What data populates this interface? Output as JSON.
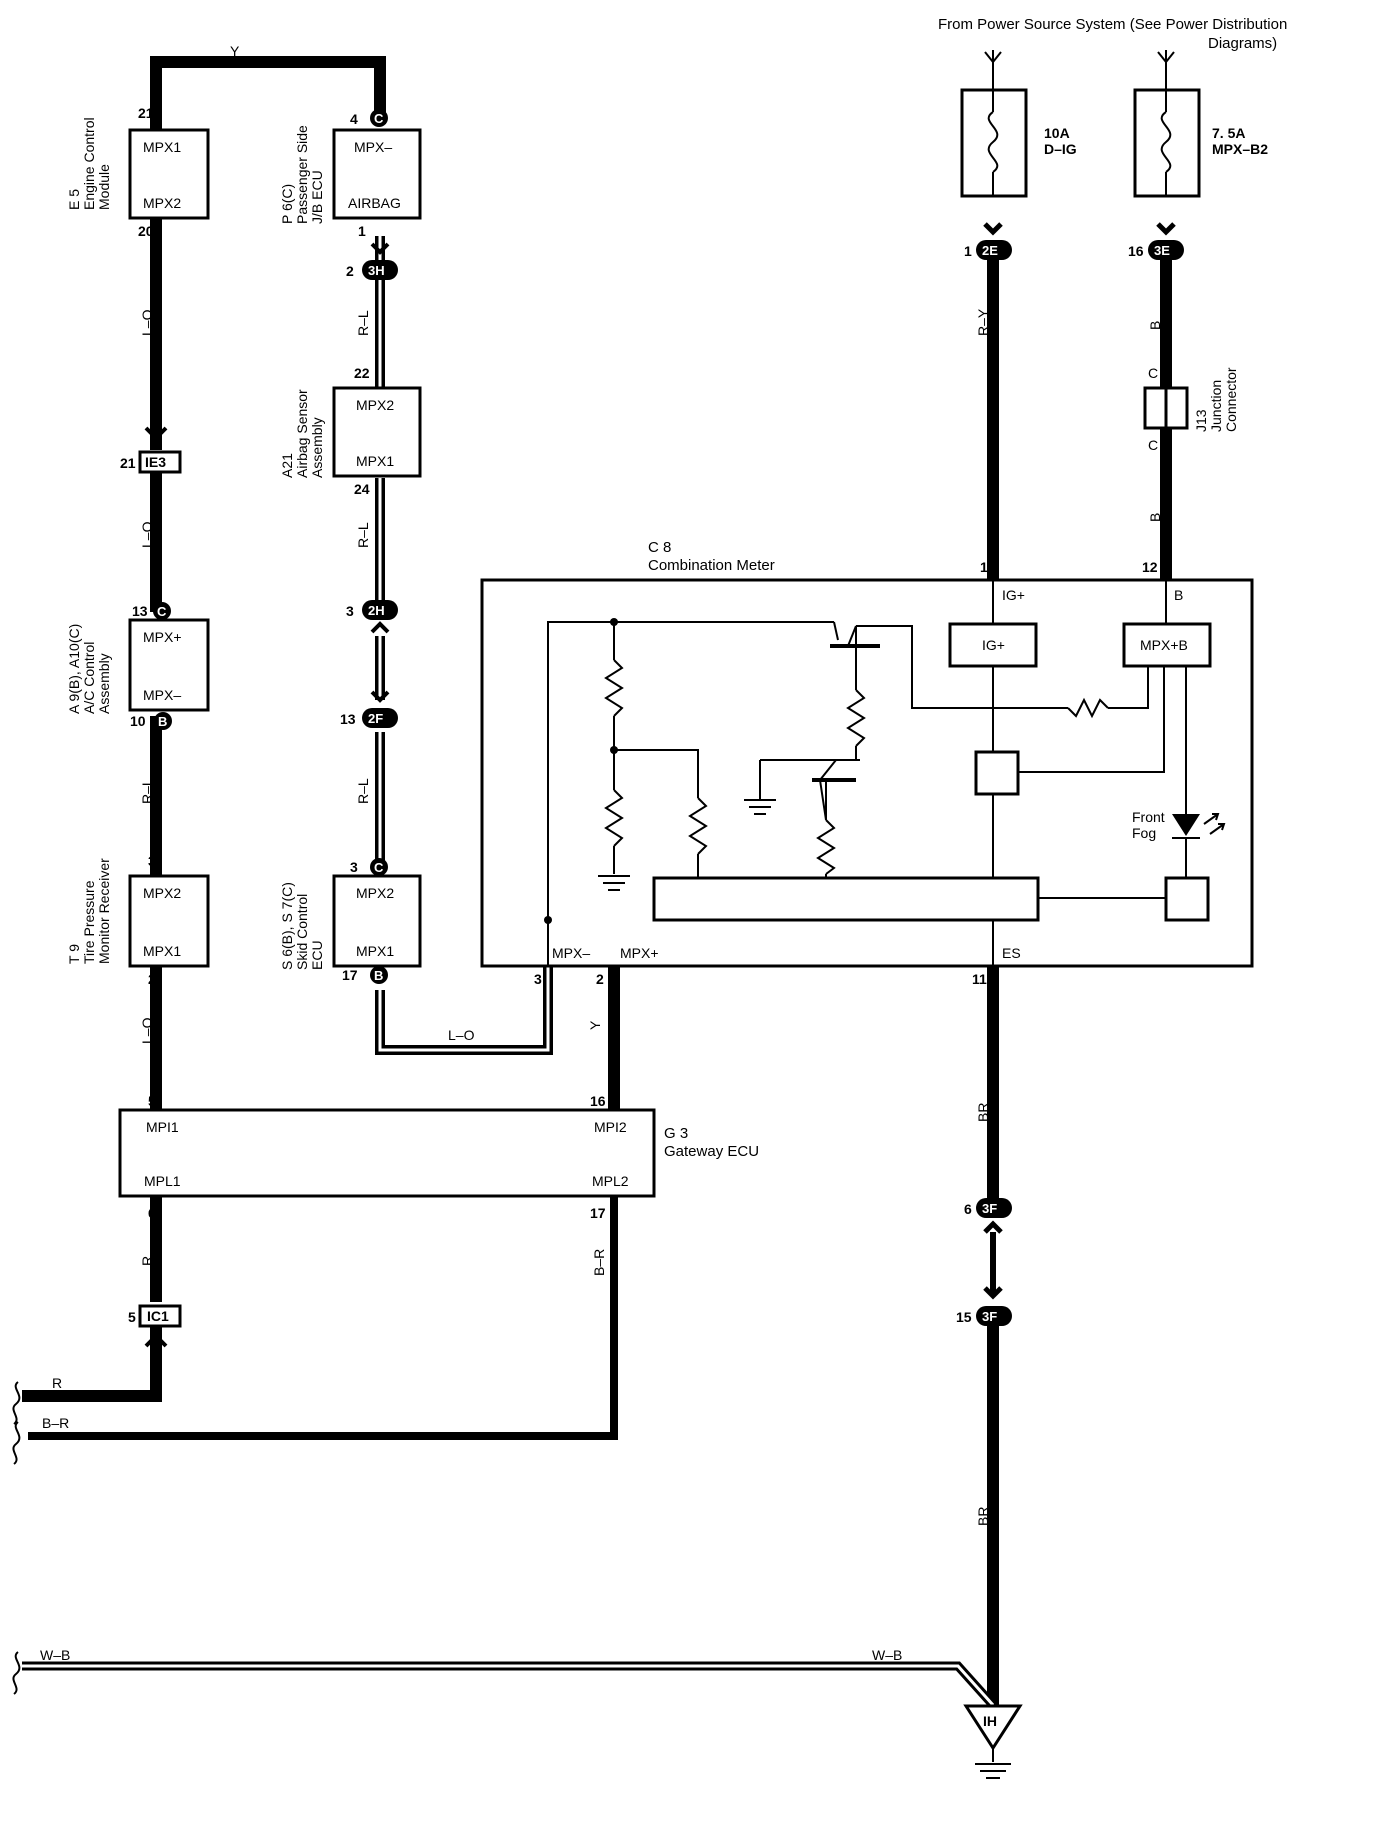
{
  "header": {
    "source_line1": "From Power Source System (See  Power Distribution",
    "source_line2": "Diagrams)"
  },
  "fuses": [
    {
      "rating": "10A",
      "name": "D–IG"
    },
    {
      "rating": "7. 5A",
      "name": "MPX–B2"
    }
  ],
  "components": {
    "engine": {
      "code": "E 5",
      "name1": "Engine Control",
      "name2": "Module",
      "pin_top": "MPX1",
      "pin_bot": "MPX2"
    },
    "jb_ecu": {
      "code": "P 6(C)",
      "name1": "Passenger Side",
      "name2": "J/B ECU",
      "pin_top": "MPX–",
      "pin_bot": "AIRBAG"
    },
    "airbag": {
      "code": "A21",
      "name1": "Airbag Sensor",
      "name2": "Assembly",
      "pin_top": "MPX2",
      "pin_bot": "MPX1"
    },
    "ac": {
      "code": "A 9(B), A10(C)",
      "name1": "A/C Control",
      "name2": "Assembly",
      "pin_top": "MPX+",
      "pin_bot": "MPX–"
    },
    "tire": {
      "code": "T 9",
      "name1": "Tire Pressure",
      "name2": "Monitor Receiver",
      "pin_top": "MPX2",
      "pin_bot": "MPX1"
    },
    "skid": {
      "code": "S 6(B), S 7(C)",
      "name1": "Skid Control",
      "name2": "ECU",
      "pin_top": "MPX2",
      "pin_bot": "MPX1"
    },
    "junction": {
      "code": "J13",
      "name1": "Junction",
      "name2": "Connector",
      "pin": "C"
    },
    "meter": {
      "code": "C 8",
      "name": "Combination Meter",
      "ig_pin": "IG+",
      "b_pin": "B",
      "ig_box": "IG+",
      "mpxb_box": "MPX+B",
      "mpx_minus": "MPX–",
      "mpx_plus": "MPX+",
      "es": "ES",
      "fog1": "Front",
      "fog2": "Fog"
    },
    "gateway": {
      "code": "G 3",
      "name": "Gateway ECU",
      "mpi1": "MPI1",
      "mpi2": "MPI2",
      "mpl1": "MPL1",
      "mpl2": "MPL2"
    }
  },
  "connectors": {
    "c_4c": "C",
    "c_3h": "3H",
    "c_ie3": "IE3",
    "c_13c": "C",
    "c_2h": "2H",
    "c_10b": "B",
    "c_2f": "2F",
    "c_3c": "C",
    "c_17b": "B",
    "c_2e": "2E",
    "c_3e": "3E",
    "c_6_3f": "3F",
    "c_15_3f": "3F",
    "c_ic1": "IC1",
    "c_ih": "IH"
  },
  "pins": {
    "p21a": "21",
    "p20": "20",
    "p4": "4",
    "p1": "1",
    "p2a": "2",
    "p22": "22",
    "p24": "24",
    "p21b": "21",
    "p13a": "13",
    "p3a": "3",
    "p10": "10",
    "p13b": "13",
    "p3b": "3",
    "p3c": "3",
    "p2b": "2",
    "p17a": "17",
    "p1a": "1",
    "p16a": "16",
    "p1b": "1",
    "p12": "12",
    "p3d": "3",
    "p2c": "2",
    "p11": "11",
    "p5a": "5",
    "p16b": "16",
    "p6a": "6",
    "p17b": "17",
    "p6b": "6",
    "p15": "15",
    "p5b": "5"
  },
  "wires": {
    "y_top": "Y",
    "lo1": "L–O",
    "lo2": "L–O",
    "rl1": "R–L",
    "rl2": "R–L",
    "rl3": "R–L",
    "rl4": "R–L",
    "lo3": "L–O",
    "lo4": "L–O",
    "y2": "Y",
    "ry": "R–Y",
    "b1": "B",
    "b2": "B",
    "c1": "C",
    "c2": "C",
    "br1": "BR",
    "br2": "BR",
    "r": "R",
    "r2": "R",
    "br_left": "B–R",
    "br_vert": "B–R",
    "wb1": "W–B",
    "wb2": "W–B"
  }
}
